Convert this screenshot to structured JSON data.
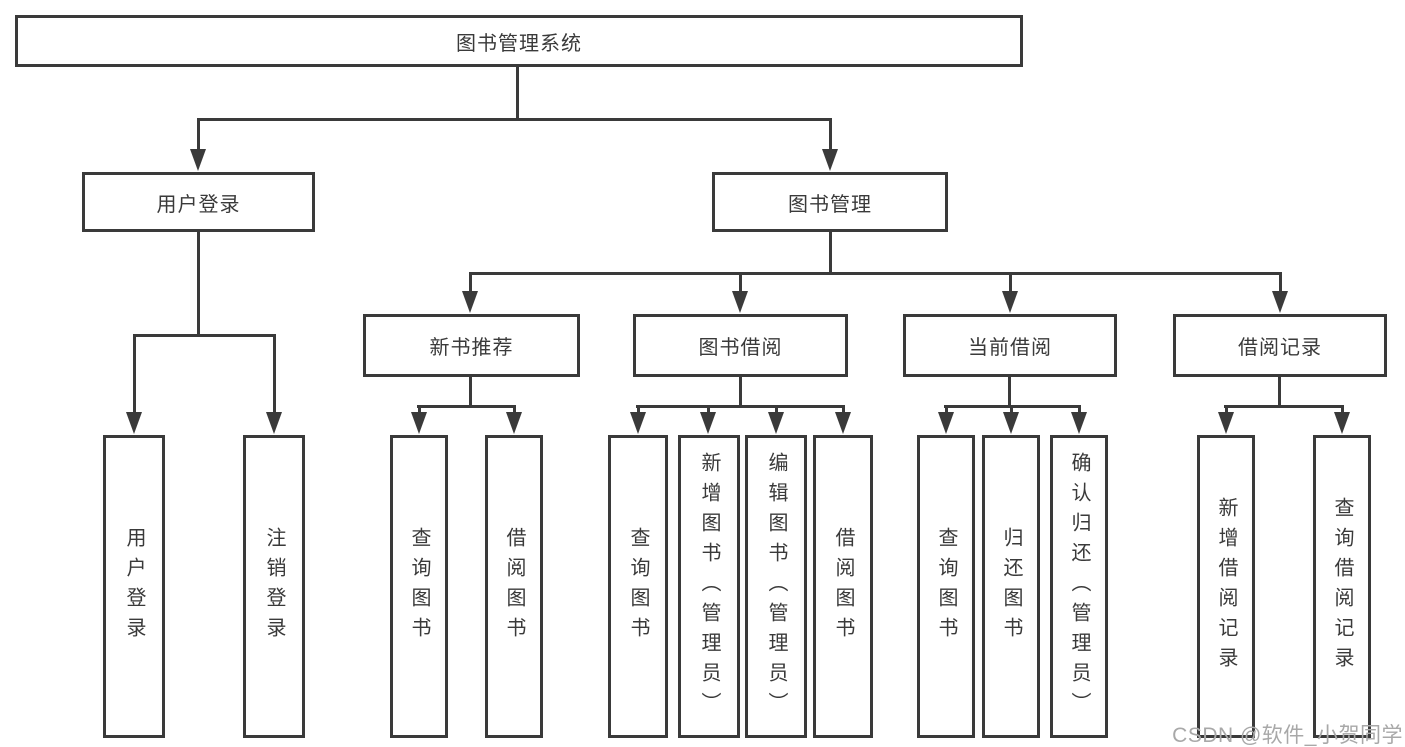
{
  "colors": {
    "line": "#3a3a3a",
    "text": "#3a3a3a",
    "watermark": "#a8a8a8",
    "background": "#ffffff"
  },
  "watermark": "CSDN @软件_小贺同学",
  "diagram": {
    "root": "图书管理系统",
    "branches": {
      "user_login": "用户登录",
      "book_mgmt": "图书管理"
    },
    "modules": {
      "new_book_rec": "新书推荐",
      "book_borrow": "图书借阅",
      "current_borrow": "当前借阅",
      "borrow_records": "借阅记录"
    },
    "leaves": {
      "user_login": "用户登录",
      "logout": "注销登录",
      "nb_query_books": "查询图书",
      "nb_borrow_books": "借阅图书",
      "bb_query_books": "查询图书",
      "bb_add_books_admin": "新增图书（管理员）",
      "bb_edit_books_admin": "编辑图书（管理员）",
      "bb_borrow_books": "借阅图书",
      "cb_query_books": "查询图书",
      "cb_return_books": "归还图书",
      "cb_confirm_return_admin": "确认归还（管理员）",
      "br_add_record": "新增借阅记录",
      "br_query_record": "查询借阅记录"
    }
  }
}
